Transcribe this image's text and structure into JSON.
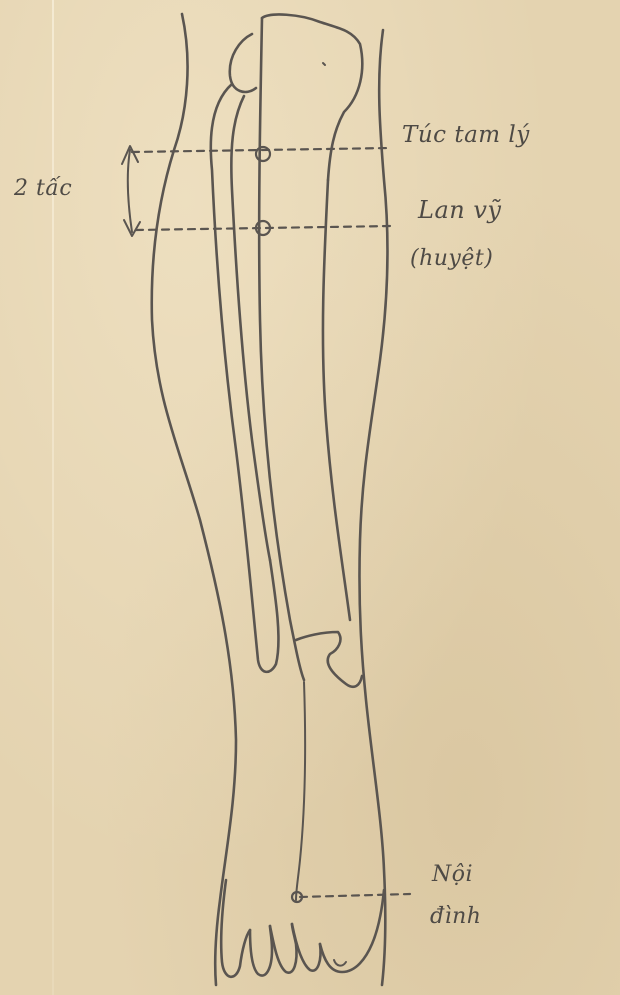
{
  "labels": {
    "distance": "2 tấc",
    "point_1": "Túc tam lý",
    "point_2": "Lan vỹ",
    "point_2_note": "(huyệt)",
    "point_3_line1": "Nội",
    "point_3_line2": "đình"
  },
  "colors": {
    "paper": "#e4d3b0",
    "ink": "#5a5550"
  }
}
